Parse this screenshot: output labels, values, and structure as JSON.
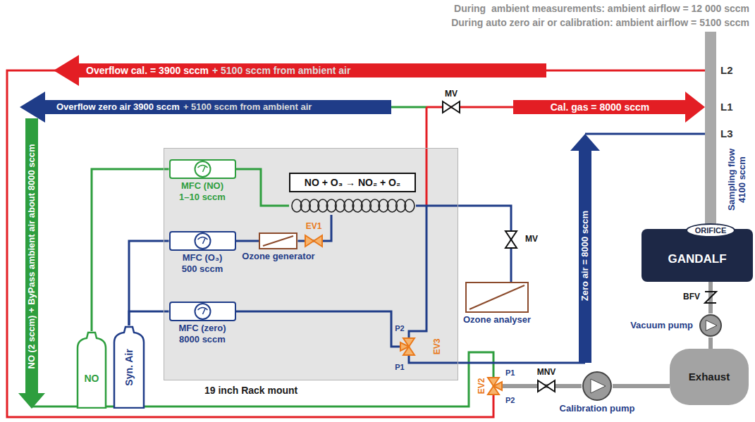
{
  "diagram": {
    "nodes": [
      {
        "text": [
          "19 inch Rack mount"
        ]
      },
      {
        "text": [
          "MFC (NO)",
          "1–10 sccm"
        ],
        "in": 0
      },
      {
        "text": [
          "NO + O₃ → NO₂ + O₂"
        ],
        "in": 0
      },
      {
        "text": [
          "MFC (O₃)",
          "500 sccm"
        ],
        "in": 0
      },
      {
        "text": [
          "Ozone generator"
        ],
        "in": 0
      },
      {
        "text": [
          "MFC (zero)",
          "8000 sccm"
        ],
        "in": 0
      },
      {
        "text": [
          "Ozone analyser"
        ]
      },
      {
        "text": [
          "NO"
        ]
      },
      {
        "text": [
          "Syn. Air"
        ]
      },
      {
        "text": [
          "GANDALF"
        ]
      },
      {
        "text": [
          "ORIFICE"
        ],
        "in": 9
      },
      {
        "text": [
          "Vacuum pump"
        ]
      },
      {
        "text": [
          "Exhaust"
        ]
      },
      {
        "text": [
          "Calibration pump"
        ]
      }
    ],
    "edges": [
      {
        "from": 7,
        "to": 1,
        "arrow": "none"
      },
      {
        "from": 8,
        "to": 3,
        "arrow": "none"
      },
      {
        "from": 8,
        "to": 5,
        "arrow": "none"
      },
      {
        "from": 3,
        "to": 4,
        "arrow": "none"
      },
      {
        "from": 1,
        "to": 2,
        "arrow": "none"
      },
      {
        "from": 4,
        "to": 2,
        "arrow": "none"
      },
      {
        "from": 2,
        "to": 6,
        "arrow": "none"
      },
      {
        "from": 9,
        "to": 11,
        "arrow": "none"
      },
      {
        "from": 11,
        "to": 12,
        "arrow": "none"
      },
      {
        "from": 13,
        "to": 12,
        "arrow": "none"
      }
    ],
    "labels": [
      "During  ambient measurements: ambient airflow = 12 000 sccm",
      "During auto zero air or calibration: ambient airflow = 5100 sccm",
      "Overflow cal. = 3900 sccm",
      "+ 5100 sccm from ambient air",
      "Overflow zero air 3900 sccm",
      "+ 5100 sccm from ambient air",
      "L2",
      "L1",
      "L3",
      "MV",
      "Cal. gas = 8000 sccm",
      "Sampling flow 4100 sccm",
      "NO (2 sccm) + ByPass ambient air about 8000 sccm",
      "EV1",
      "MV",
      "P2",
      "EV3",
      "P1",
      "Zero air = 8000 sccm",
      "BFV",
      "EV2",
      "P1",
      "P2",
      "MNV"
    ]
  }
}
